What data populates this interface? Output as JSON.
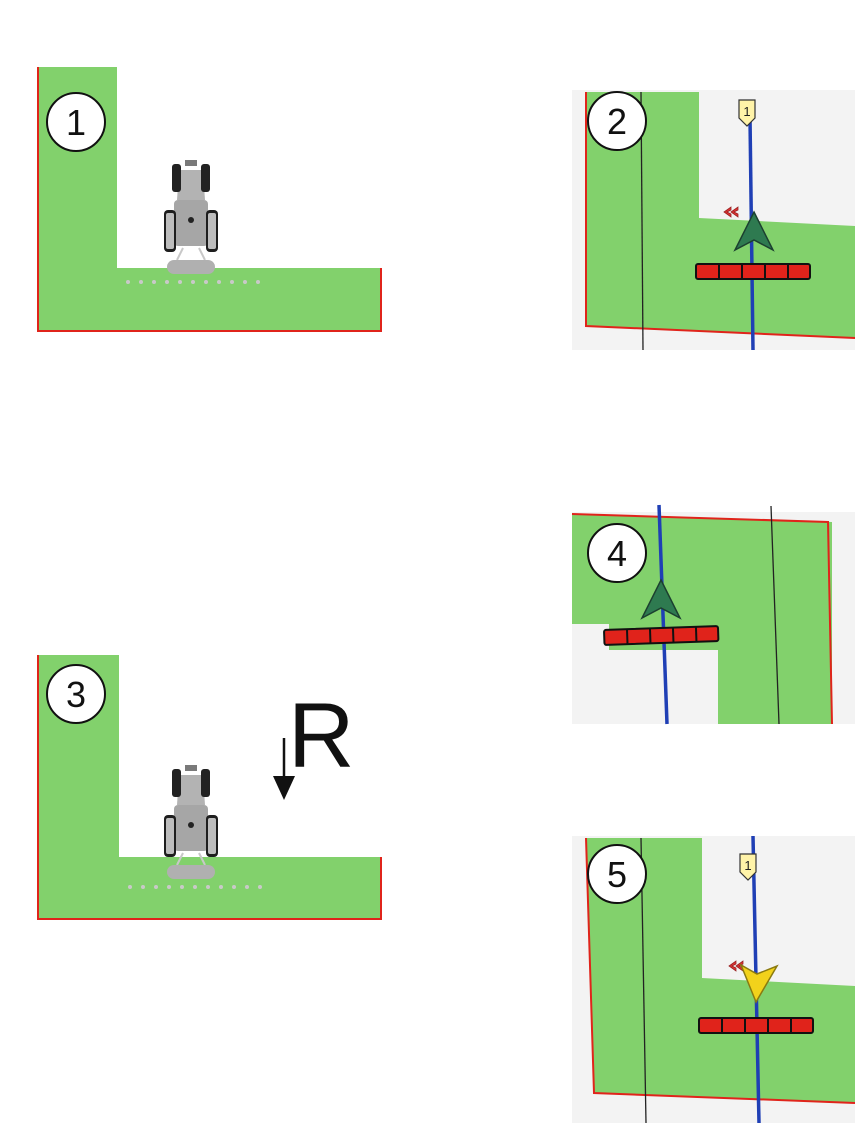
{
  "panels": [
    {
      "id": "p1",
      "number": "1"
    },
    {
      "id": "p2",
      "number": "2",
      "guidance_line_marker": "1"
    },
    {
      "id": "p3",
      "number": "3",
      "direction_letter": "R"
    },
    {
      "id": "p4",
      "number": "4"
    },
    {
      "id": "p5",
      "number": "5",
      "guidance_line_marker": "1"
    }
  ],
  "colors": {
    "field_green": "#82d16c",
    "boundary_red": "#e0241b",
    "guidance_blue": "#1f3fb5",
    "boom_red": "#e0231b",
    "arrow_dark_green": "#2e7a50",
    "arrow_yellow": "#f2d21b",
    "tractor_gray": "#a6a6a6",
    "screen_bg": "#f3f3f3",
    "flag_fill": "#fff3a8"
  },
  "icons": {
    "tractor": "tractor-icon",
    "direction_arrow": "down-arrow-icon",
    "vehicle_cursor": "navigation-arrow-icon",
    "reverse_indicator": "double-chevron-left-icon"
  }
}
